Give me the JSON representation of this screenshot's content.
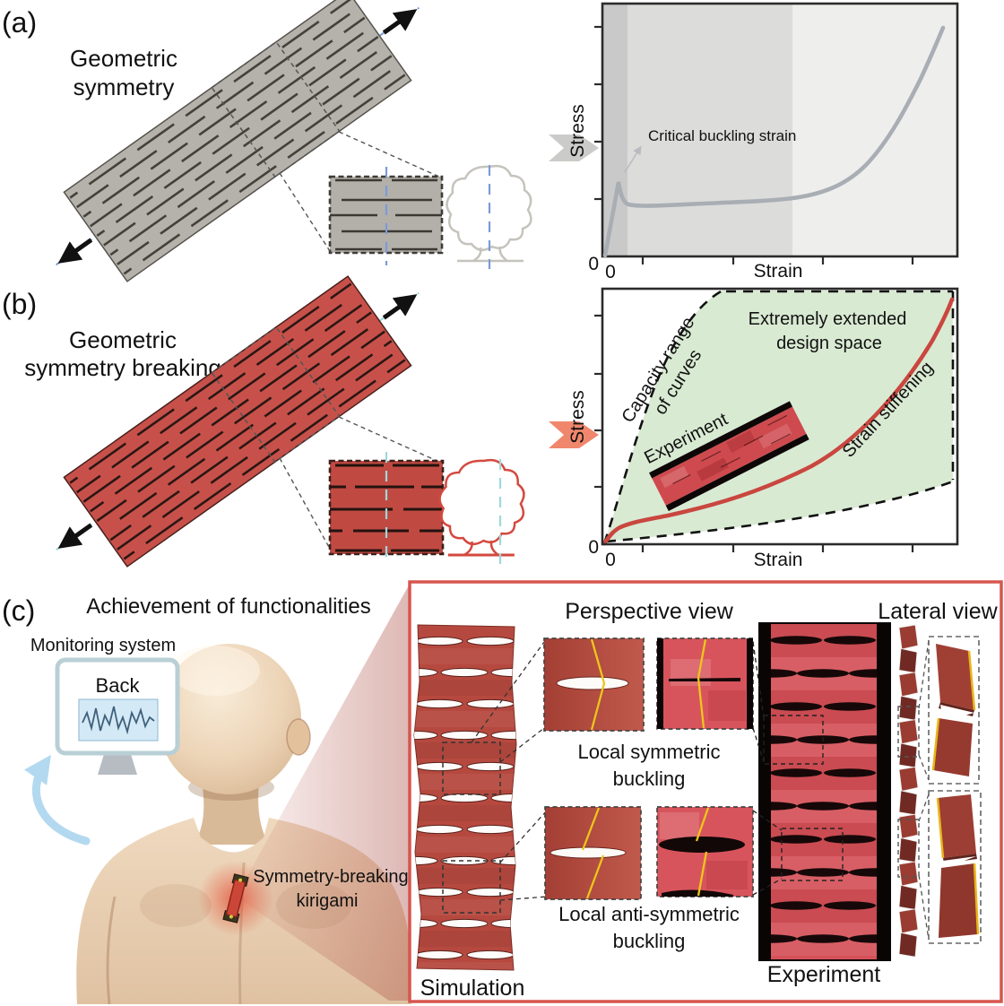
{
  "colors": {
    "sheet_gray": "#b5b1ab",
    "sheet_gray_slit": "#44403a",
    "sheet_red": "#c7514a",
    "sheet_red_slit": "#2b1714",
    "centerline_blue": "#7b9bd6",
    "centerline_cyan": "#9fd8da",
    "plot_curve_gray": "#a9aeb4",
    "band_dark": "#c9c9c9",
    "band_mid": "#dcdcdb",
    "band_light": "#eeeeed",
    "green_region": "#d9ead3",
    "curve_red": "#c9473f",
    "panel_border_red": "#d6564e",
    "sim_red": "#b6493f",
    "exp_red": "#d5525a",
    "yellow_fold_line": "#edc51c",
    "skin": "#e8d0b4",
    "monitor_screen_blue": "#d4e9f6",
    "curved_arrow_blue": "#b3d9f0"
  },
  "panel_a": {
    "label": "(a)",
    "caption_line1": "Geometric",
    "caption_line2": "symmetry",
    "plot": {
      "ylabel": "Stress",
      "xlabel": "Strain",
      "y_zero": "0",
      "x_zero": "0",
      "annotation": "Critical buckling strain"
    }
  },
  "panel_b": {
    "label": "(b)",
    "caption_line1": "Geometric",
    "caption_line2": "symmetry breaking",
    "plot": {
      "ylabel": "Stress",
      "xlabel": "Strain",
      "y_zero": "0",
      "x_zero": "0",
      "design_space_line1": "Extremely extended",
      "design_space_line2": "design space",
      "capacity_line1": "Capacity range",
      "capacity_line2": "of curves",
      "experiment_label": "Experiment",
      "stiffening_label": "Strain stiffening"
    }
  },
  "panel_c": {
    "label": "(c)",
    "title": "Achievement of functionalities",
    "monitoring_label": "Monitoring system",
    "monitor_screen_title": "Back",
    "sensor_label_line1": "Symmetry-breaking",
    "sensor_label_line2": "kirigami",
    "detail": {
      "perspective_title": "Perspective view",
      "lateral_title": "Lateral view",
      "sym_buckling_line1": "Local symmetric",
      "sym_buckling_line2": "buckling",
      "anti_buckling_line1": "Local anti-symmetric",
      "anti_buckling_line2": "buckling",
      "simulation_label": "Simulation",
      "experiment_label": "Experiment"
    }
  }
}
